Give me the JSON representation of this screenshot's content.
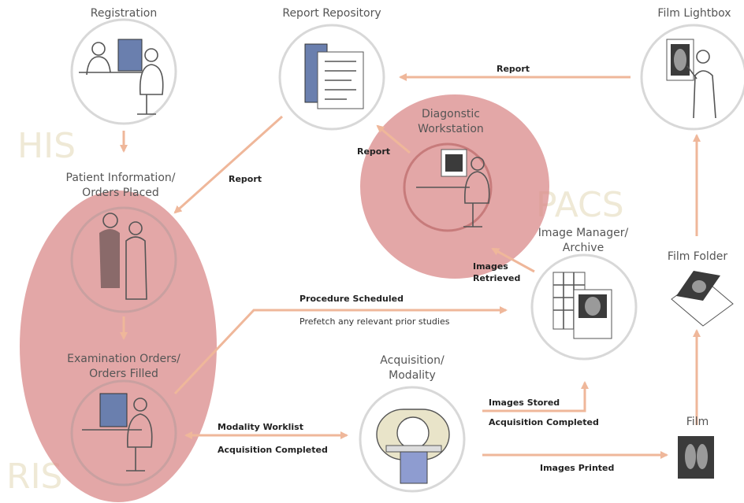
{
  "systems": {
    "his": "HIS",
    "ris": "RIS",
    "pacs": "PACS"
  },
  "nodes": {
    "registration": "Registration",
    "report_repository": "Report Repository",
    "film_lightbox": "Film Lightbox",
    "diagnostic_workstation_line1": "Diagonstic",
    "diagnostic_workstation_line2": "Workstation",
    "patient_info_line1": "Patient Information/",
    "patient_info_line2": "Orders Placed",
    "image_manager_line1": "Image Manager/",
    "image_manager_line2": "Archive",
    "film_folder": "Film Folder",
    "exam_orders_line1": "Examination Orders/",
    "exam_orders_line2": "Orders Filled",
    "acquisition_line1": "Acquisition/",
    "acquisition_line2": "Modality",
    "film": "Film"
  },
  "edges": {
    "report_lightbox_to_repo": "Report",
    "report_repo_to_patient": "Report",
    "report_workstation_to_repo": "Report",
    "images_retrieved_line1": "Images",
    "images_retrieved_line2": "Retrieved",
    "procedure_scheduled": "Procedure Scheduled",
    "prefetch": "Prefetch any relevant prior studies",
    "modality_worklist": "Modality Worklist",
    "acquisition_completed_left": "Acquisition Completed",
    "images_stored": "Images Stored",
    "acquisition_completed_right": "Acquisition Completed",
    "images_printed": "Images Printed"
  },
  "colors": {
    "highlight_zone": "#d98a8a",
    "arrow": "#efb79a",
    "node_ring": "#d8d8d8",
    "system_label": "#efe9d6"
  }
}
